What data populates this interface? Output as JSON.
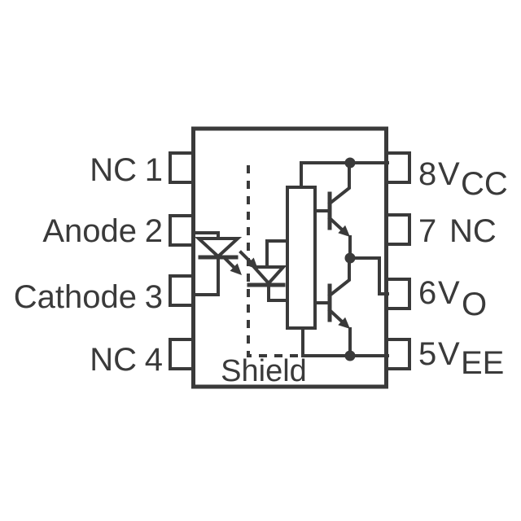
{
  "colors": {
    "line": "#3a3a3a",
    "background": "#ffffff"
  },
  "package": {
    "pins_left": [
      {
        "number": "1",
        "label": "NC"
      },
      {
        "number": "2",
        "label": "Anode"
      },
      {
        "number": "3",
        "label": "Cathode"
      },
      {
        "number": "4",
        "label": "NC"
      }
    ],
    "pins_right": [
      {
        "number": "8",
        "label": "V",
        "subscript": "CC"
      },
      {
        "number": "7",
        "label": "NC",
        "subscript": ""
      },
      {
        "number": "6",
        "label": "V",
        "subscript": "O"
      },
      {
        "number": "5",
        "label": "V",
        "subscript": "EE"
      }
    ],
    "shield_label": "Shield"
  },
  "icons": {
    "led": "led-diode-icon",
    "light": "light-emission-arrows-icon",
    "shield": "shield-dashed-line",
    "photodiode": "photodiode-icon",
    "amplifier": "amplifier-block",
    "transistors": "npn-transistor-icon",
    "junction": "junction-dot"
  }
}
